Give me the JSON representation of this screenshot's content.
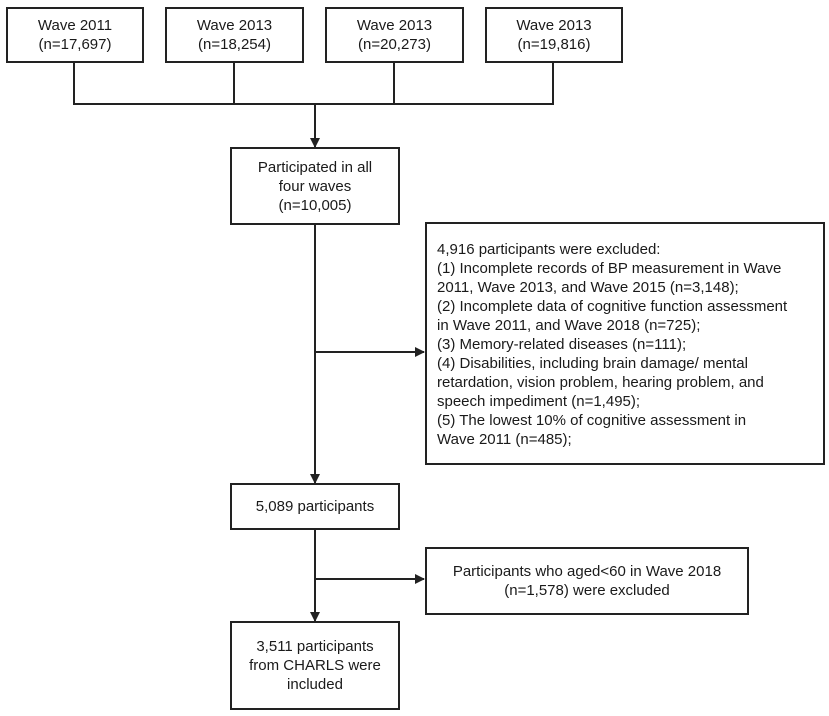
{
  "waves": [
    {
      "lines": [
        "Wave 2011",
        "(n=17,697)"
      ]
    },
    {
      "lines": [
        "Wave 2013",
        "(n=18,254)"
      ]
    },
    {
      "lines": [
        "Wave 2013",
        "(n=20,273)"
      ]
    },
    {
      "lines": [
        "Wave 2013",
        "(n=19,816)"
      ]
    }
  ],
  "all_waves": {
    "lines": [
      "Participated in all",
      "four waves",
      "(n=10,005)"
    ]
  },
  "exclusion1": {
    "lines": [
      "4,916 participants were excluded:",
      "(1) Incomplete records of BP measurement in Wave",
      "2011, Wave 2013, and Wave 2015 (n=3,148);",
      "(2) Incomplete data of cognitive function assessment",
      "in Wave 2011, and Wave 2018 (n=725);",
      "(3) Memory-related diseases (n=111);",
      "(4) Disabilities, including brain damage/ mental",
      "retardation, vision problem, hearing problem, and",
      "speech impediment (n=1,495);",
      "(5) The lowest 10% of cognitive assessment in",
      "Wave 2011 (n=485);"
    ]
  },
  "mid": {
    "lines": [
      "5,089 participants"
    ]
  },
  "exclusion2": {
    "lines": [
      "Participants who aged<60 in Wave 2018",
      "(n=1,578) were excluded"
    ]
  },
  "final": {
    "lines": [
      "3,511 participants",
      "from CHARLS were",
      "included"
    ]
  }
}
